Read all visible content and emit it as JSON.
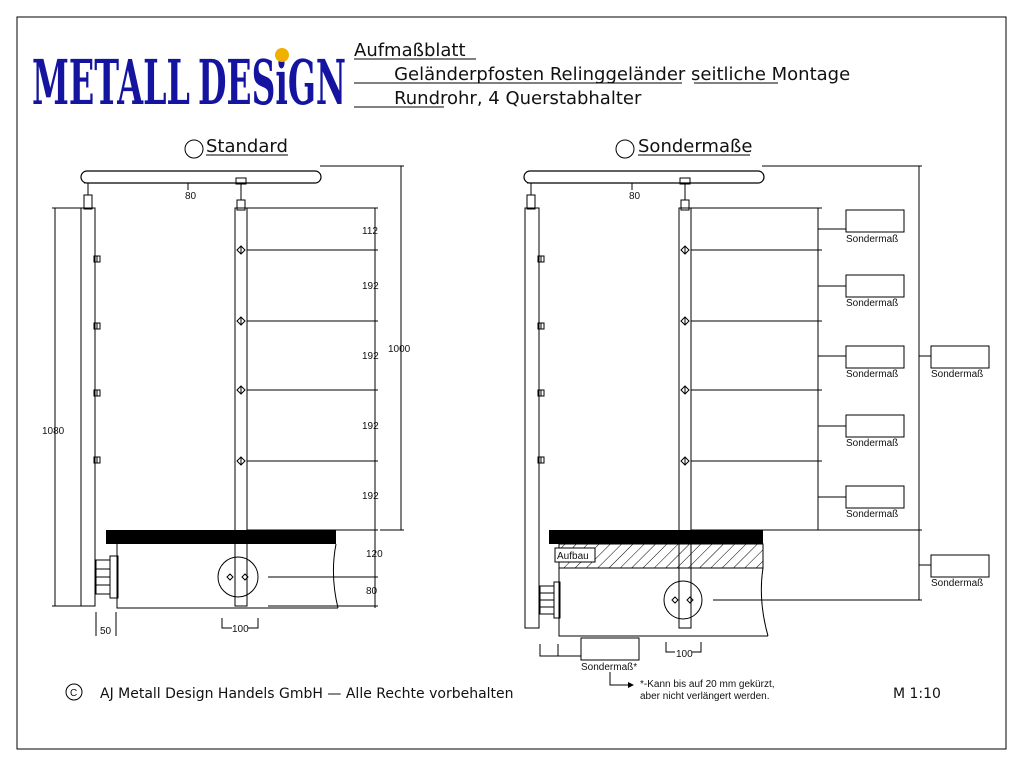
{
  "logo": {
    "part1": "METALL",
    "part2": "DESiGN",
    "dot_color": "#f0b000",
    "text_color": "#1414a0"
  },
  "header": {
    "line1": "Aufmaßblatt",
    "line2_a": "Geländerpfosten Relinggeländer ",
    "line2_b": "seitliche",
    "line2_c": " Montage",
    "line3_a": "Rundrohr",
    "line3_b": ", 4 Querstabhalter"
  },
  "standard": {
    "title": "Standard",
    "top_offset": "80",
    "spacings": [
      "112",
      "192",
      "192",
      "192",
      "192"
    ],
    "height_top": "1000",
    "height_total": "1080",
    "bottom_1": "120",
    "bottom_2": "80",
    "width_left": "50",
    "width_tube": "100"
  },
  "sonder": {
    "title": "Sondermaße",
    "top_offset": "80",
    "box_label": "Sondermaß",
    "box_label_star": "Sondermaß*",
    "aufbau": "Aufbau",
    "width_tube": "100"
  },
  "footer": {
    "copyright_symbol": "C",
    "copyright": "AJ Metall Design Handels GmbH — Alle Rechte vorbehalten",
    "note_line1": "*-Kann bis auf 20 mm gekürzt,",
    "note_line2": "aber nicht verlängert werden.",
    "scale": "M 1:10"
  }
}
